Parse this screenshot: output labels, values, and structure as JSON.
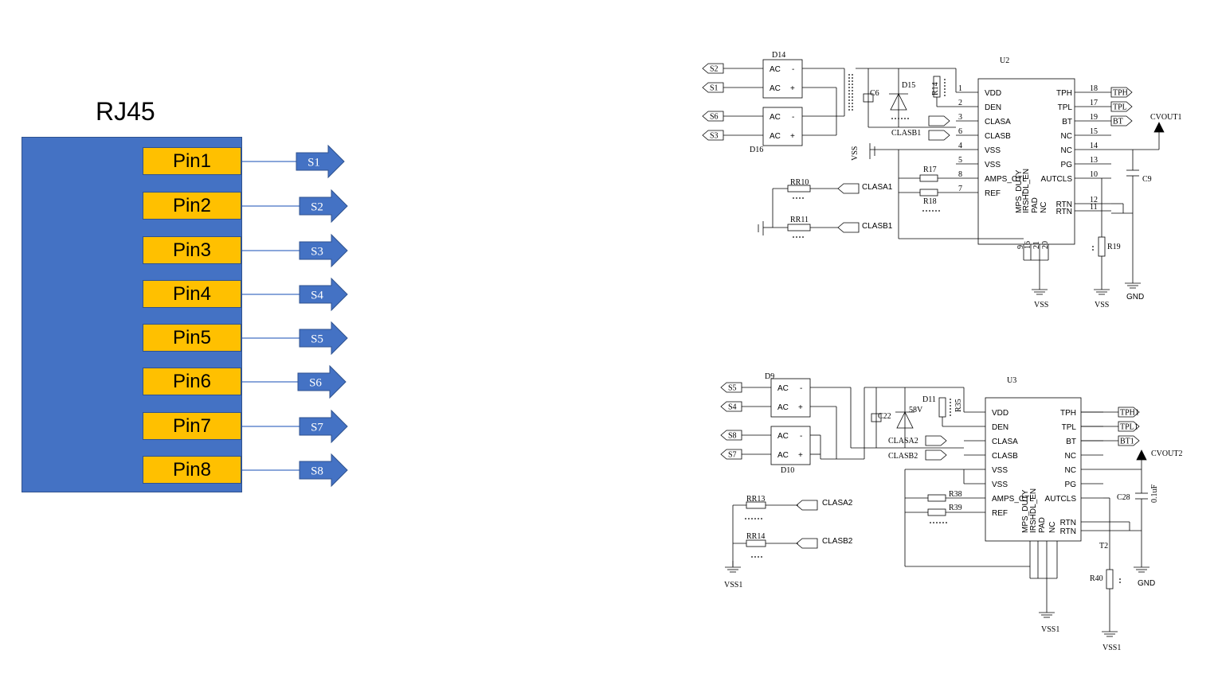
{
  "rj45": {
    "title": "RJ45",
    "pins": [
      "Pin1",
      "Pin2",
      "Pin3",
      "Pin4",
      "Pin5",
      "Pin6",
      "Pin7",
      "Pin8"
    ],
    "signals": [
      "S1",
      "S2",
      "S3",
      "S4",
      "S5",
      "S6",
      "S7",
      "S8"
    ]
  },
  "colors": {
    "connector": "#4472C4",
    "pin": "#FFC000",
    "wire": "#4472C4"
  },
  "u2": {
    "ref": "U2",
    "left_pins": [
      {
        "num": "1",
        "name": "VDD"
      },
      {
        "num": "2",
        "name": "DEN"
      },
      {
        "num": "3",
        "name": "CLASA"
      },
      {
        "num": "6",
        "name": "CLASB"
      },
      {
        "num": "4",
        "name": "VSS"
      },
      {
        "num": "5",
        "name": "VSS"
      },
      {
        "num": "8",
        "name": "AMPS_CTL"
      },
      {
        "num": "7",
        "name": "REF"
      }
    ],
    "right_pins": [
      {
        "num": "18",
        "name": "TPH"
      },
      {
        "num": "17",
        "name": "TPL"
      },
      {
        "num": "19",
        "name": "BT"
      },
      {
        "num": "15",
        "name": "NC"
      },
      {
        "num": "14",
        "name": "NC"
      },
      {
        "num": "13",
        "name": "PG"
      },
      {
        "num": "10",
        "name": "AUTCLS"
      },
      {
        "num": "12",
        "name": "RTN"
      },
      {
        "num": "11",
        "name": "RTN"
      }
    ],
    "bottom_pins": [
      {
        "num": "9",
        "name": "MPS_DUTY"
      },
      {
        "num": "16",
        "name": "IRSHDL_EN"
      },
      {
        "num": "21",
        "name": "PAD"
      },
      {
        "num": "20",
        "name": "NC"
      }
    ],
    "in_ports": [
      "S2",
      "S1",
      "S6",
      "S3"
    ],
    "out_ports": [
      "TPH",
      "TPL",
      "BT"
    ],
    "diodes": [
      "D14",
      "D16",
      "D15"
    ],
    "bridge_pins": [
      "AC",
      "-",
      "AC",
      "+"
    ],
    "labels": {
      "c6": "C6",
      "r14": "R14",
      "clasb_in": "CLASB1",
      "vss_net": "VSS",
      "r17": "R17",
      "r18": "R18",
      "rr10": "RR10",
      "rr11": "RR11",
      "clasa": "CLASA1",
      "clasb": "CLASB1",
      "cvout": "CVOUT1",
      "c9": "C9",
      "r19": "R19",
      "vss_a": "VSS",
      "vss_b": "VSS",
      "gnd": "GND"
    }
  },
  "u3": {
    "ref": "U3",
    "left_pins": [
      "VDD",
      "DEN",
      "CLASA",
      "CLASB",
      "VSS",
      "VSS",
      "AMPS_CTL",
      "REF"
    ],
    "right_pins": [
      "TPH",
      "TPL",
      "BT",
      "NC",
      "NC",
      "PG",
      "AUTCLS",
      "RTN",
      "RTN"
    ],
    "bottom_pins": [
      "MPS_DUTY",
      "IRSHDL_EN",
      "PAD",
      "NC"
    ],
    "in_ports": [
      "S5",
      "S4",
      "S8",
      "S7"
    ],
    "out_ports": [
      "TPH1",
      "TPL1",
      "BT1"
    ],
    "diodes": [
      "D9",
      "D10",
      "D11"
    ],
    "bridge_pins": [
      "AC",
      "-",
      "AC",
      "+"
    ],
    "labels": {
      "c22": "C22",
      "zener": "58V",
      "r35": "R35",
      "clasa_in": "CLASA2",
      "clasb_in": "CLASB2",
      "r38": "R38",
      "r39": "R39",
      "rr13": "RR13",
      "rr14": "RR14",
      "clasa": "CLASA2",
      "clasb": "CLASB2",
      "vss_left": "VSS1",
      "cvout": "CVOUT2",
      "c28": "C28",
      "c28_val": "0.1uF",
      "r40": "R40",
      "t2": "T2",
      "vss_mid": "VSS1",
      "vss_r": "VSS1",
      "gnd": "GND"
    }
  }
}
